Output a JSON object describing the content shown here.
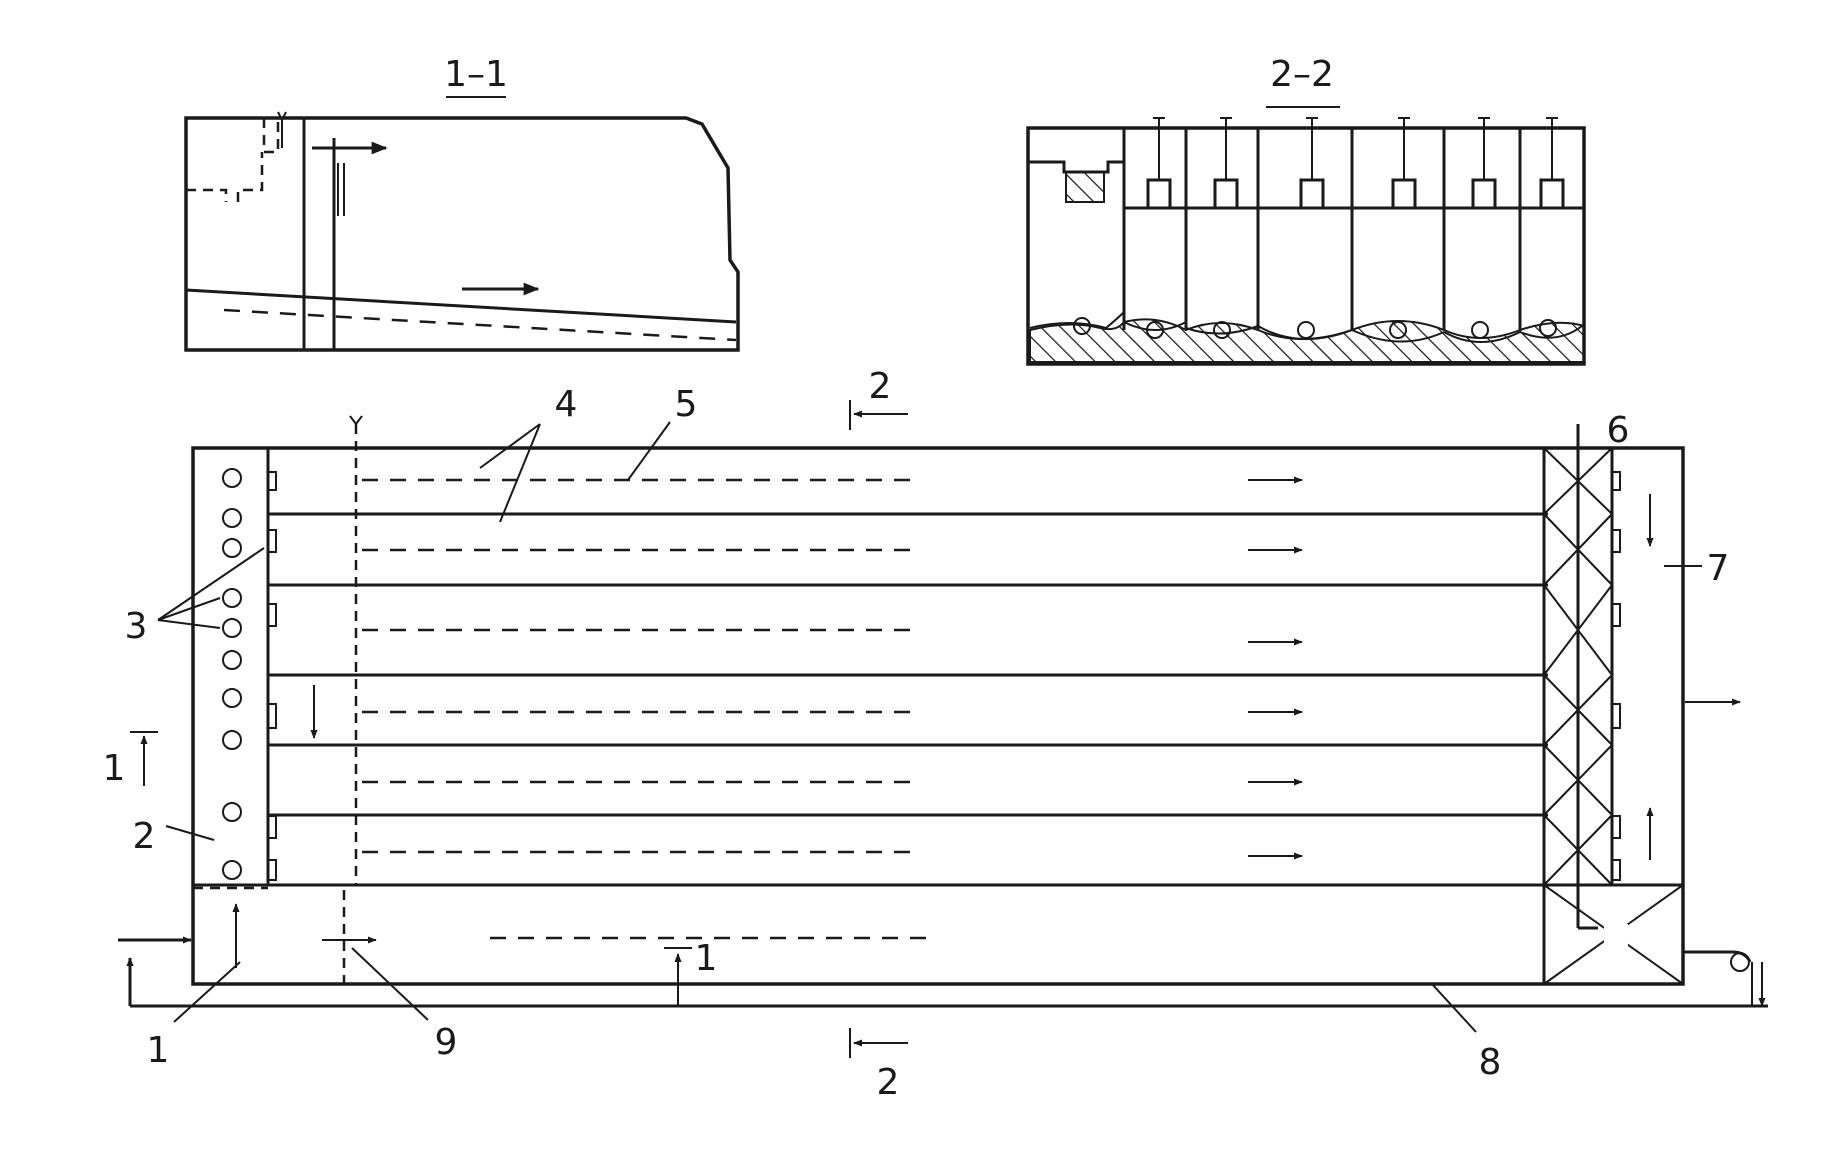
{
  "sections": {
    "section_1_1_title": "1–1",
    "section_2_2_title": "2–2"
  },
  "callouts": {
    "label_1": "1",
    "label_2": "2",
    "label_3": "3",
    "label_4": "4",
    "label_5": "5",
    "label_6": "6",
    "label_7": "7",
    "label_8": "8",
    "label_9": "9"
  },
  "section_marks": {
    "cut_1_left": "1",
    "cut_1_bottom": "1",
    "cut_2_top": "2",
    "cut_2_bottom": "2"
  }
}
